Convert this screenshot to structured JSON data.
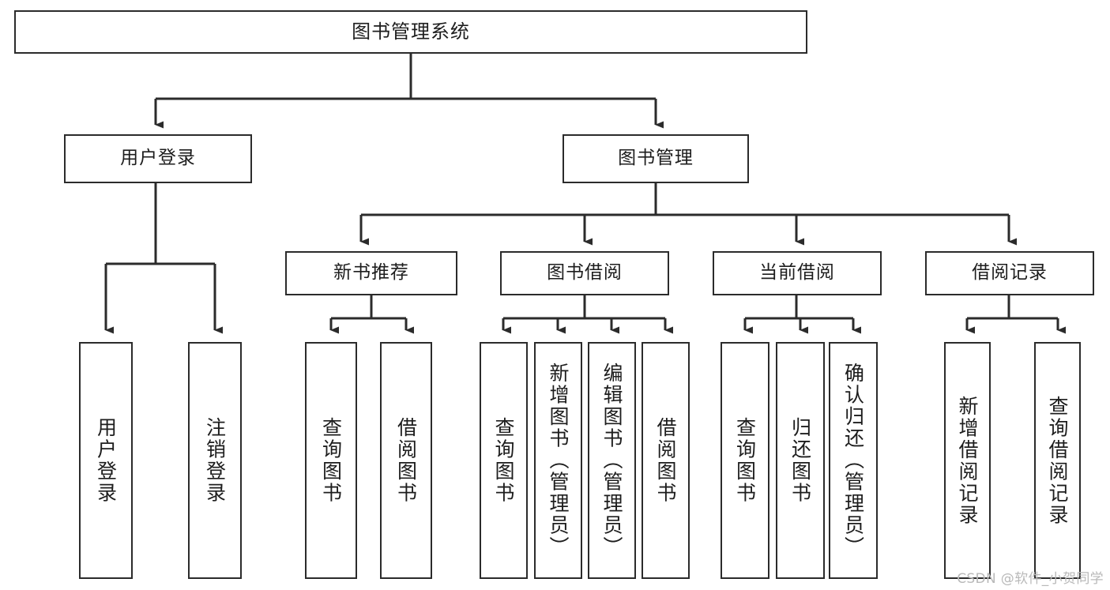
{
  "diagram": {
    "title": "图书管理系统",
    "watermark": "CSDN @软件_小贺同学",
    "line_color": "#2b2b2b",
    "box_fill": "#ffffff",
    "text_color": "#1d1d1d",
    "watermark_color": "#b9b9b9"
  },
  "nodes": {
    "root": {
      "label": "图书管理系统"
    },
    "level2": [
      {
        "label": "用户登录"
      },
      {
        "label": "图书管理"
      }
    ],
    "level3": [
      {
        "label": "新书推荐"
      },
      {
        "label": "图书借阅"
      },
      {
        "label": "当前借阅"
      },
      {
        "label": "借阅记录"
      }
    ],
    "leaves": {
      "user_login": [
        {
          "label": "用户登录"
        },
        {
          "label": "注销登录"
        }
      ],
      "new_book_recommend": [
        {
          "label": "查询图书"
        },
        {
          "label": "借阅图书"
        }
      ],
      "book_borrow": [
        {
          "label": "查询图书"
        },
        {
          "label": "新增图书（管理员）"
        },
        {
          "label": "编辑图书（管理员）"
        },
        {
          "label": "借阅图书"
        }
      ],
      "current_borrow": [
        {
          "label": "查询图书"
        },
        {
          "label": "归还图书"
        },
        {
          "label": "确认归还（管理员）"
        }
      ],
      "borrow_record": [
        {
          "label": "新增借阅记录"
        },
        {
          "label": "查询借阅记录"
        }
      ]
    }
  }
}
